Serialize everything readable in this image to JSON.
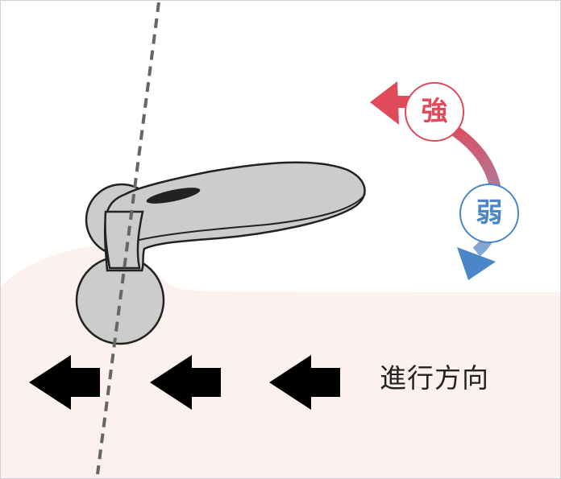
{
  "labels": {
    "strong": "強",
    "weak": "弱",
    "direction": "進行方向"
  },
  "colors": {
    "strong": "#e04a5a",
    "weak": "#4a86c8",
    "skin": "#fdf1ef",
    "device_fill": "#cccccc",
    "device_stroke": "#222222",
    "arrow": "#000000",
    "axis_line": "#666666"
  },
  "icons": {
    "direction_arrow": "left-arrow-icon"
  }
}
